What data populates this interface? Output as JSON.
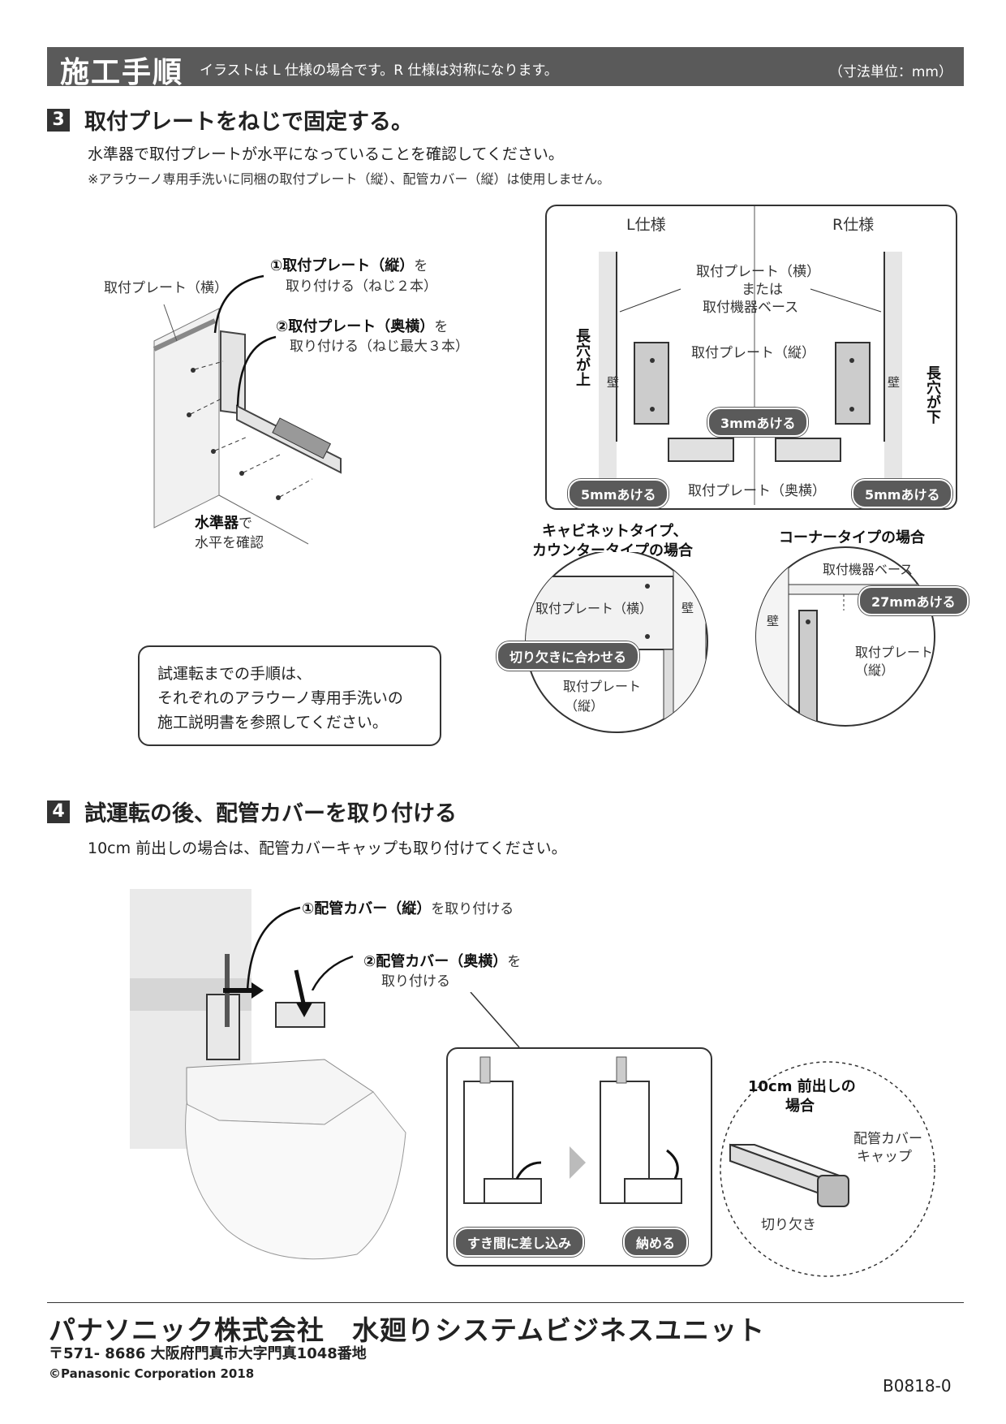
{
  "header": {
    "title": "施工手順",
    "note": "イラストは L 仕様の場合です。R 仕様は対称になります。",
    "unit": "（寸法単位：mm）"
  },
  "step3": {
    "number": "3",
    "title": "取付プレートをねじで固定する。",
    "subtitle": "水準器で取付プレートが水平になっていることを確認してください。",
    "note": "※アラウーノ専用手洗いに同梱の取付プレート（縦）、配管カバー（縦）は使用しません。",
    "left_fig": {
      "plate_horizontal": "取付プレート（横）",
      "callout1_bold": "①取付プレート（縦）",
      "callout1_tail": "を",
      "callout1_line2": "取り付ける（ねじ２本）",
      "callout2_bold": "②取付プレート（奥横）",
      "callout2_tail": "を",
      "callout2_line2": "取り付ける（ねじ最大３本）",
      "level_bold": "水準器",
      "level_tail": "で",
      "level_line2": "水平を確認"
    },
    "lr_panel": {
      "l_spec": "L仕様",
      "r_spec": "R仕様",
      "plate_horiz_l1": "取付プレート（横）",
      "plate_horiz_l2": "または",
      "plate_horiz_l3": "取付機器ベース",
      "slot_up": "長穴が上",
      "slot_down": "長穴が下",
      "wall": "壁",
      "plate_vertical": "取付プレート（縦）",
      "gap_3mm": "3mmあける",
      "gap_5mm": "5mmあける",
      "plate_back": "取付プレート（奥横）"
    },
    "cabinet": {
      "title_l1": "キャビネットタイプ、",
      "title_l2": "カウンタータイプの場合",
      "plate_horizontal": "取付プレート（横）",
      "wall": "壁",
      "align_notch": "切り欠きに合わせる",
      "plate_vertical_l1": "取付プレート",
      "plate_vertical_l2": "（縦）"
    },
    "corner": {
      "title": "コーナータイプの場合",
      "base": "取付機器ベース",
      "gap_27mm": "27mmあける",
      "wall": "壁",
      "plate_vertical_l1": "取付プレート",
      "plate_vertical_l2": "（縦）"
    },
    "info_box": {
      "line1": "試運転までの手順は、",
      "line2": "それぞれのアラウーノ専用手洗いの",
      "line3": "施工説明書を参照してください。"
    }
  },
  "step4": {
    "number": "4",
    "title": "試運転の後、配管カバーを取り付ける",
    "subtitle": "10cm 前出しの場合は、配管カバーキャップも取り付けてください。",
    "callout1_bold": "①配管カバー（縦）",
    "callout1_tail": "を取り付ける",
    "callout2_bold": "②配管カバー（奥横）",
    "callout2_tail": "を",
    "callout2_line2": "取り付ける",
    "insert_gap": "すき間に差し込み",
    "fit_in": "納める",
    "front_title_l1": "10cm 前出しの",
    "front_title_l2": "場合",
    "cap_l1": "配管カバー",
    "cap_l2": "キャップ",
    "notch": "切り欠き"
  },
  "footer": {
    "company": "パナソニック株式会社　水廻りシステムビジネスユニット",
    "address": "〒571- 8686 大阪府門真市大字門真1048番地",
    "copyright": "©Panasonic Corporation 2018",
    "code": "B0818-0"
  }
}
